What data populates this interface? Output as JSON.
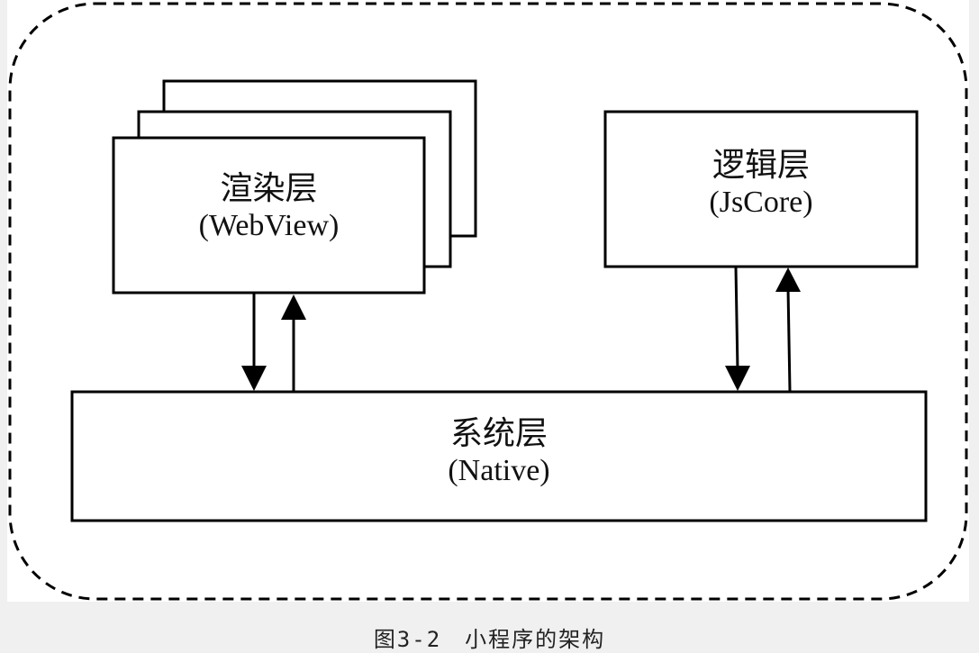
{
  "diagram": {
    "title": "小程序的架构",
    "nodes": [
      {
        "id": "render",
        "name": "渲染层",
        "sub": "(WebView)",
        "stacked_copies": 3
      },
      {
        "id": "logic",
        "name": "逻辑层",
        "sub": "(JsCore)"
      },
      {
        "id": "native",
        "name": "系统层",
        "sub": "(Native)"
      }
    ],
    "edges": [
      {
        "from": "render",
        "to": "native",
        "direction": "down"
      },
      {
        "from": "native",
        "to": "render",
        "direction": "up"
      },
      {
        "from": "logic",
        "to": "native",
        "direction": "down"
      },
      {
        "from": "native",
        "to": "logic",
        "direction": "up"
      }
    ],
    "container": {
      "style": "dashed-rounded"
    }
  },
  "caption": "图3-2　小程序的架构",
  "colors": {
    "stroke": "#000000",
    "fill": "#ffffff",
    "page_bg": "#f0f0f0"
  }
}
